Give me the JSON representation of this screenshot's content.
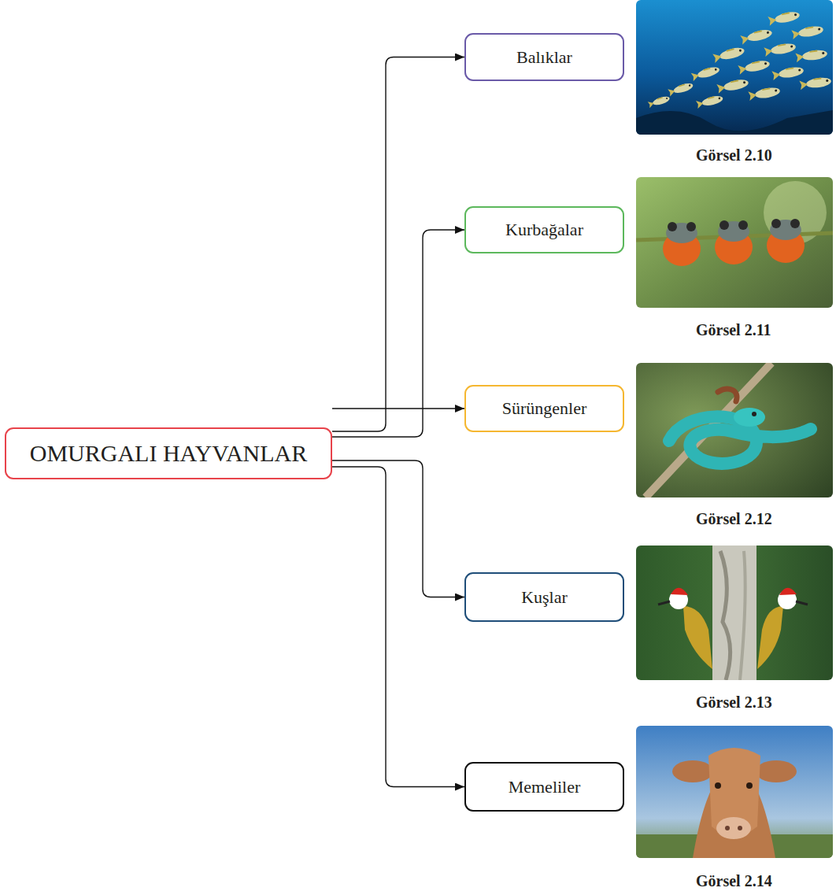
{
  "diagram": {
    "nodes": [
      {
        "text": [
          "OMURGALI HAYVANLAR"
        ]
      },
      {
        "text": [
          "Balıklar"
        ]
      },
      {
        "text": [
          "Kurbağalar"
        ]
      },
      {
        "text": [
          "Sürüngenler"
        ]
      },
      {
        "text": [
          "Kuşlar"
        ]
      },
      {
        "text": [
          "Memeliler"
        ]
      }
    ],
    "edges": [
      {
        "from": 0,
        "to": 1,
        "arrow": "to"
      },
      {
        "from": 0,
        "to": 2,
        "arrow": "to"
      },
      {
        "from": 0,
        "to": 3,
        "arrow": "to"
      },
      {
        "from": 0,
        "to": 4,
        "arrow": "to"
      },
      {
        "from": 0,
        "to": 5,
        "arrow": "to"
      }
    ],
    "labels": [
      "Görsel 2.10",
      "Görsel 2.11",
      "Görsel 2.12",
      "Görsel 2.13",
      "Görsel 2.14"
    ]
  }
}
